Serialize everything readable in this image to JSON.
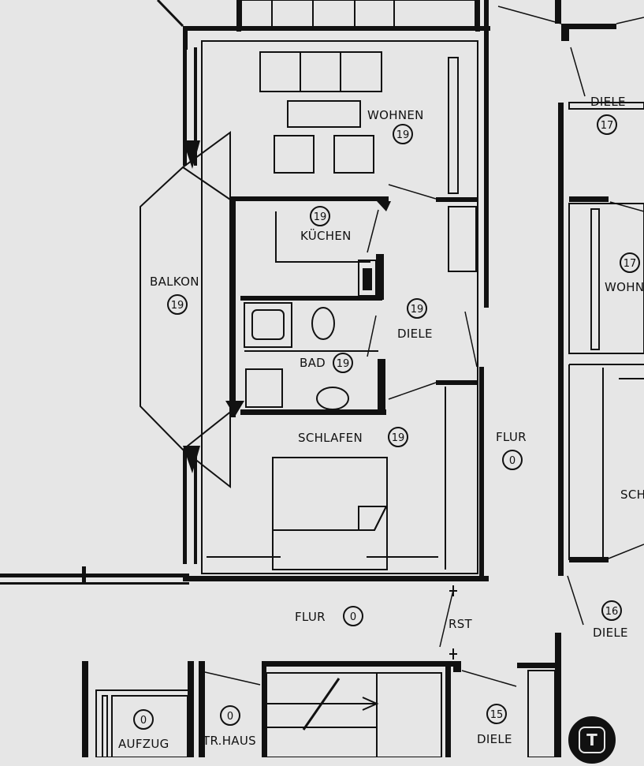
{
  "plan": {
    "rooms": [
      {
        "label": "WOHNEN",
        "number": "19"
      },
      {
        "label": "KÜCHEN",
        "number": "19"
      },
      {
        "label": "BALKON",
        "number": "19"
      },
      {
        "label": "DIELE",
        "number": "19"
      },
      {
        "label": "BAD",
        "number": "19"
      },
      {
        "label": "SCHLAFEN",
        "number": "19"
      },
      {
        "label": "FLUR",
        "number": "0"
      },
      {
        "label": "FLUR",
        "number": "0"
      },
      {
        "label": "DIELE",
        "number": "17"
      },
      {
        "label": "WOHN",
        "number": "17"
      },
      {
        "label": "SCH",
        "number": ""
      },
      {
        "label": "DIELE",
        "number": "16"
      },
      {
        "label": "DIELE",
        "number": "15"
      },
      {
        "label": "AUFZUG",
        "number": "0"
      },
      {
        "label": "TR.HAUS",
        "number": "0"
      }
    ],
    "markers": {
      "rst": "RST"
    }
  },
  "overlay": {
    "scan_button_icon": "text-scan-icon",
    "scan_glyph": "T"
  }
}
